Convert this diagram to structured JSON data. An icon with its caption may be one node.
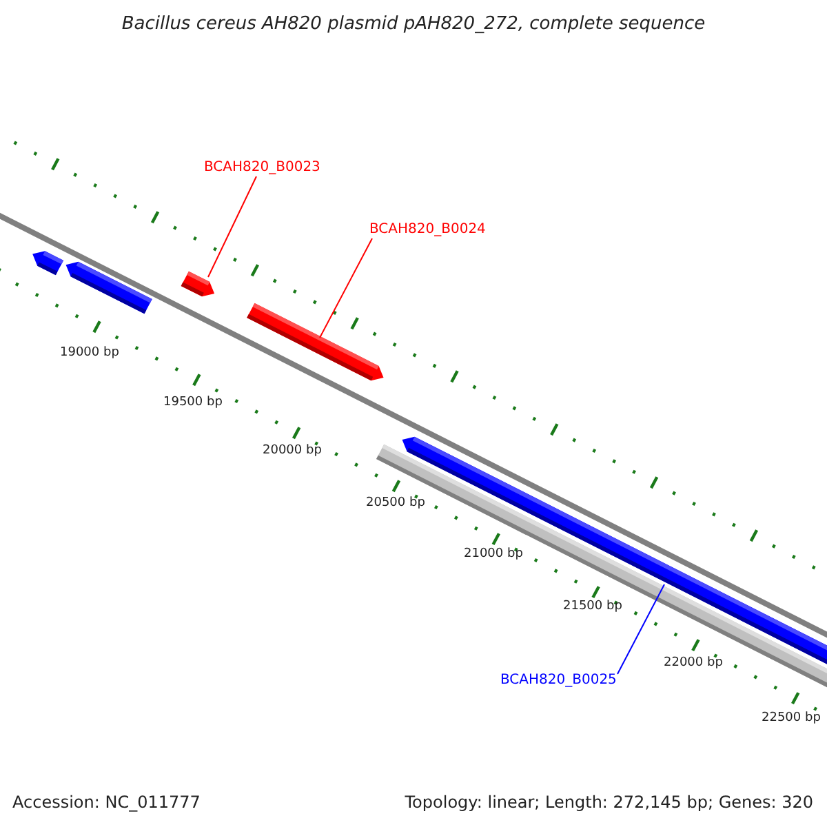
{
  "diagram": {
    "title": "Bacillus cereus AH820 plasmid pAH820_272, complete sequence",
    "nodes": [
      {
        "text": [
          "BCAH820_B0023"
        ]
      },
      {
        "text": [
          "BCAH820_B0024"
        ]
      },
      {
        "text": [
          "BCAH820_B0025"
        ]
      },
      {
        "text": [],
        "shape": "bar"
      },
      {
        "text": [],
        "shape": "bar"
      },
      {
        "text": [],
        "shape": "bar"
      },
      {
        "text": [],
        "shape": "bar"
      },
      {
        "text": [],
        "shape": "bar"
      },
      {
        "text": [],
        "shape": "bar"
      }
    ],
    "edges": [
      {
        "from": 0,
        "to": 5,
        "arrow": "none"
      },
      {
        "from": 1,
        "to": 6,
        "arrow": "none"
      },
      {
        "from": 2,
        "to": 8,
        "arrow": "none",
        "color": "#0000ff"
      }
    ],
    "labels": [
      "19000 bp",
      "19500 bp",
      "20000 bp",
      "20500 bp",
      "21000 bp",
      "21500 bp",
      "22000 bp",
      "22500 bp",
      "Accession: NC_011777",
      "Topology: linear; Length: 272,145 bp; Genes: 320"
    ]
  }
}
